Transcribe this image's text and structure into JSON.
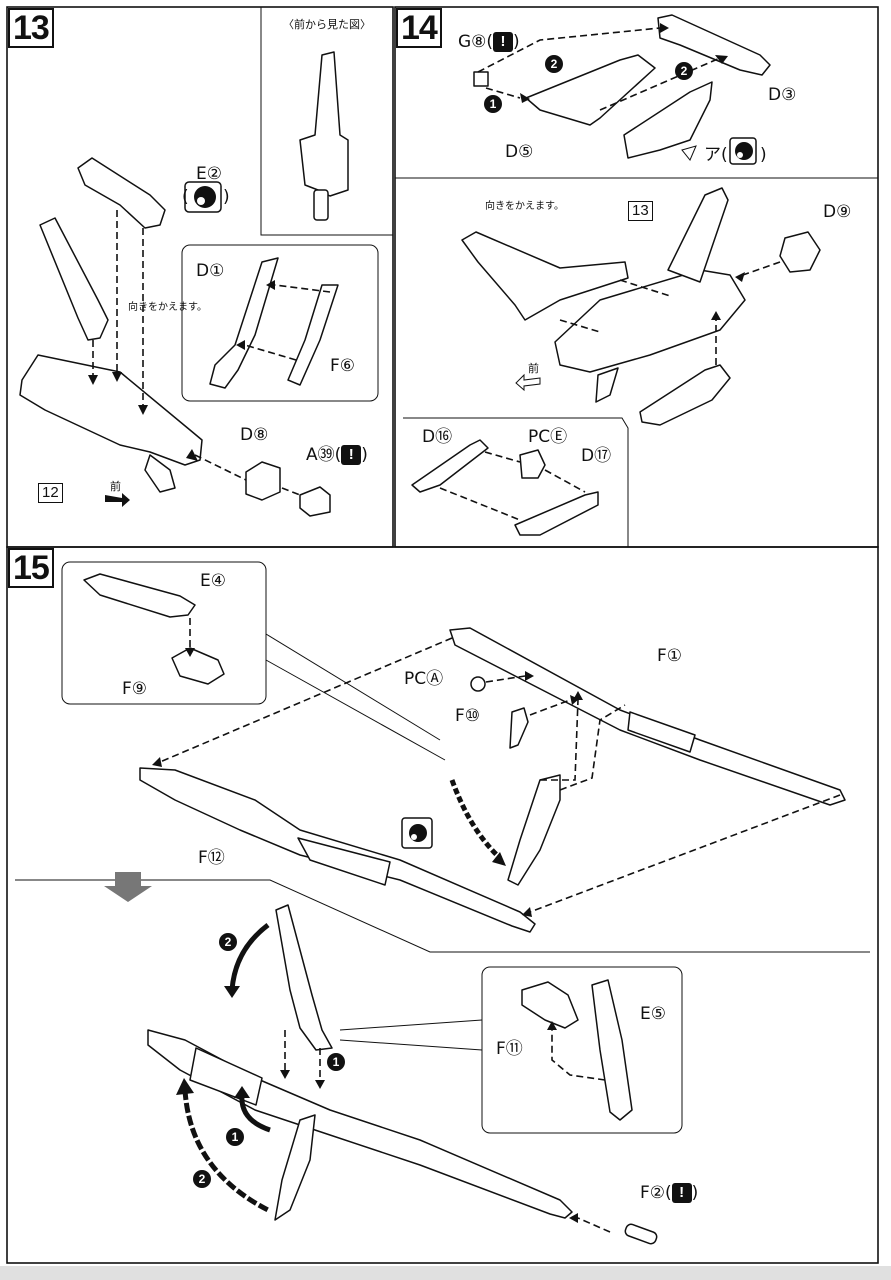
{
  "steps": {
    "s13": "13",
    "s14": "14",
    "s15": "15",
    "ref12": "12",
    "ref13": "13"
  },
  "panel13": {
    "front_view": "〈前から見た図〉",
    "e2": "E②",
    "d1": "D①",
    "f6": "F⑥",
    "turn": "向きをかえます。",
    "d8": "D⑧",
    "a39": "A㊴(",
    "front": "前"
  },
  "panel14": {
    "g8": "G⑧(",
    "d3": "D③",
    "d5": "D⑤",
    "a": "ア(",
    "turn": "向きをかえます。",
    "d9": "D⑨",
    "front": "前",
    "d16": "D⑯",
    "pce": "PCⒺ",
    "d17": "D⑰"
  },
  "panel15": {
    "e4": "E④",
    "f9": "F⑨",
    "f1": "F①",
    "pca": "PCⒶ",
    "f10": "F⑩",
    "f12": "F⑫",
    "f11": "F⑪",
    "e5": "E⑤",
    "f2": "F②("
  },
  "marks": {
    "warning": "!",
    "one": "1",
    "two": "2",
    "close_paren": ")"
  }
}
